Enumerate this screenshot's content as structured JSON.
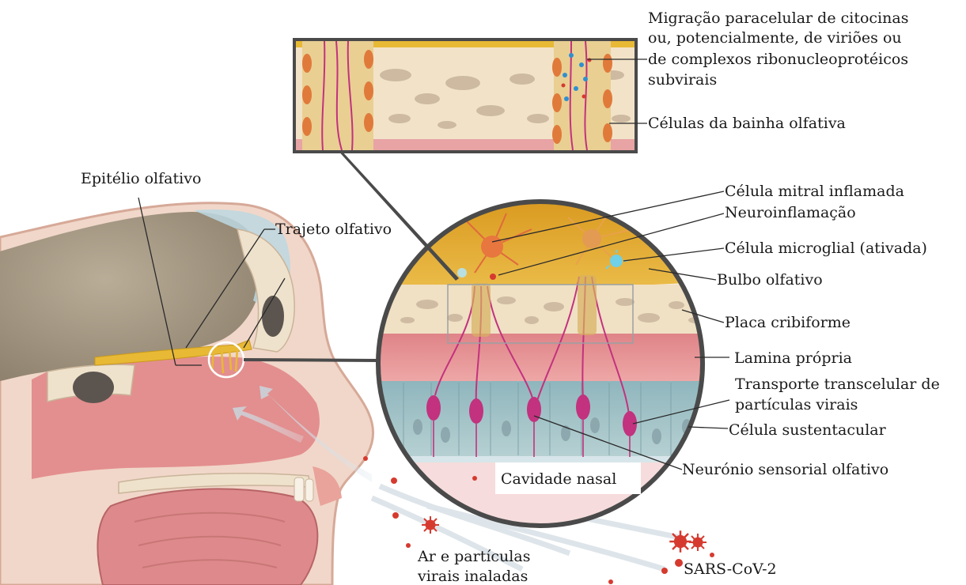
{
  "labels": {
    "migracao_l1": "Migração paracelular de citocinas",
    "migracao_l2": "ou, potencialmente, de viriões ou",
    "migracao_l3": "de complexos ribonucleoprotéicos",
    "migracao_l4": "subvirais",
    "celulas_bainha": "Células da bainha olfativa",
    "epitelio": "Epitélio olfativo",
    "trajeto": "Trajeto olfativo",
    "celula_mitral": "Célula mitral inflamada",
    "neuroinflamacao": "Neuroinflamação",
    "microglial": "Célula microglial (ativada)",
    "bulbo": "Bulbo olfativo",
    "placa": "Placa cribiforme",
    "lamina": "Lamina própria",
    "transporte_l1": "Transporte transcelular de",
    "transporte_l2": "partículas virais",
    "sustentacular": "Célula sustentacular",
    "neuronio": "Neurónio sensorial olfativo",
    "cavidade": "Cavidade nasal",
    "ar_l1": "Ar e partículas",
    "ar_l2": "virais inaladas",
    "sars": "SARS-CoV-2"
  },
  "colors": {
    "bulb": "#e2ab2e",
    "bone": "#f0e0c4",
    "lamina": "#e48f92",
    "epithelium": "#9bbdc3",
    "neuron": "#c2327e",
    "virus": "#d63a2f",
    "skin": "#f3d6c6",
    "brain": "#a79a86",
    "microglia": "#6fd0e6"
  }
}
